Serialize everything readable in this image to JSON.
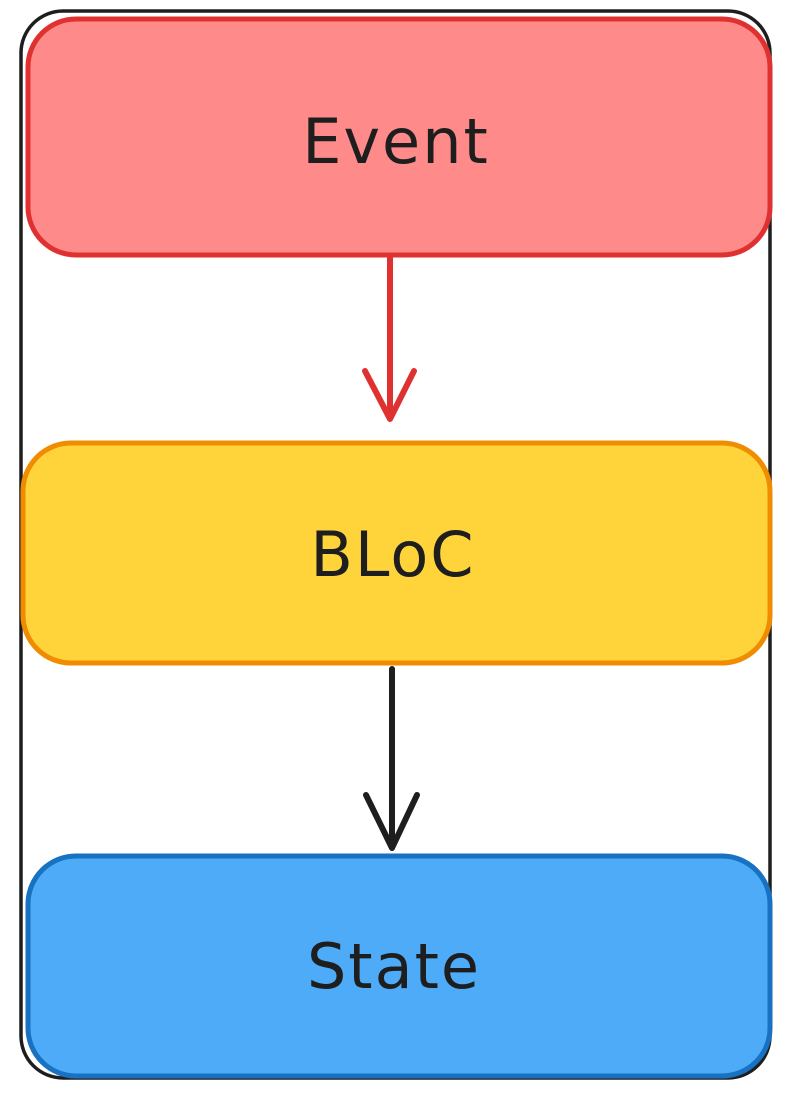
{
  "canvas": {
    "background": "#ffffff"
  },
  "frame": {
    "stroke": "#1e1e1e"
  },
  "nodes": {
    "event": {
      "label": "Event",
      "fill": "#ff8a8a",
      "stroke": "#e03131",
      "text_color": "#1e1e1e"
    },
    "bloc": {
      "label": "BLoC",
      "fill": "#ffd43b",
      "stroke": "#f08c00",
      "text_color": "#1e1e1e"
    },
    "state": {
      "label": "State",
      "fill": "#4dabf7",
      "stroke": "#1971c2",
      "text_color": "#1e1e1e"
    }
  },
  "edges": {
    "event_to_bloc": {
      "color": "#e03131"
    },
    "bloc_to_state": {
      "color": "#1e1e1e"
    }
  }
}
